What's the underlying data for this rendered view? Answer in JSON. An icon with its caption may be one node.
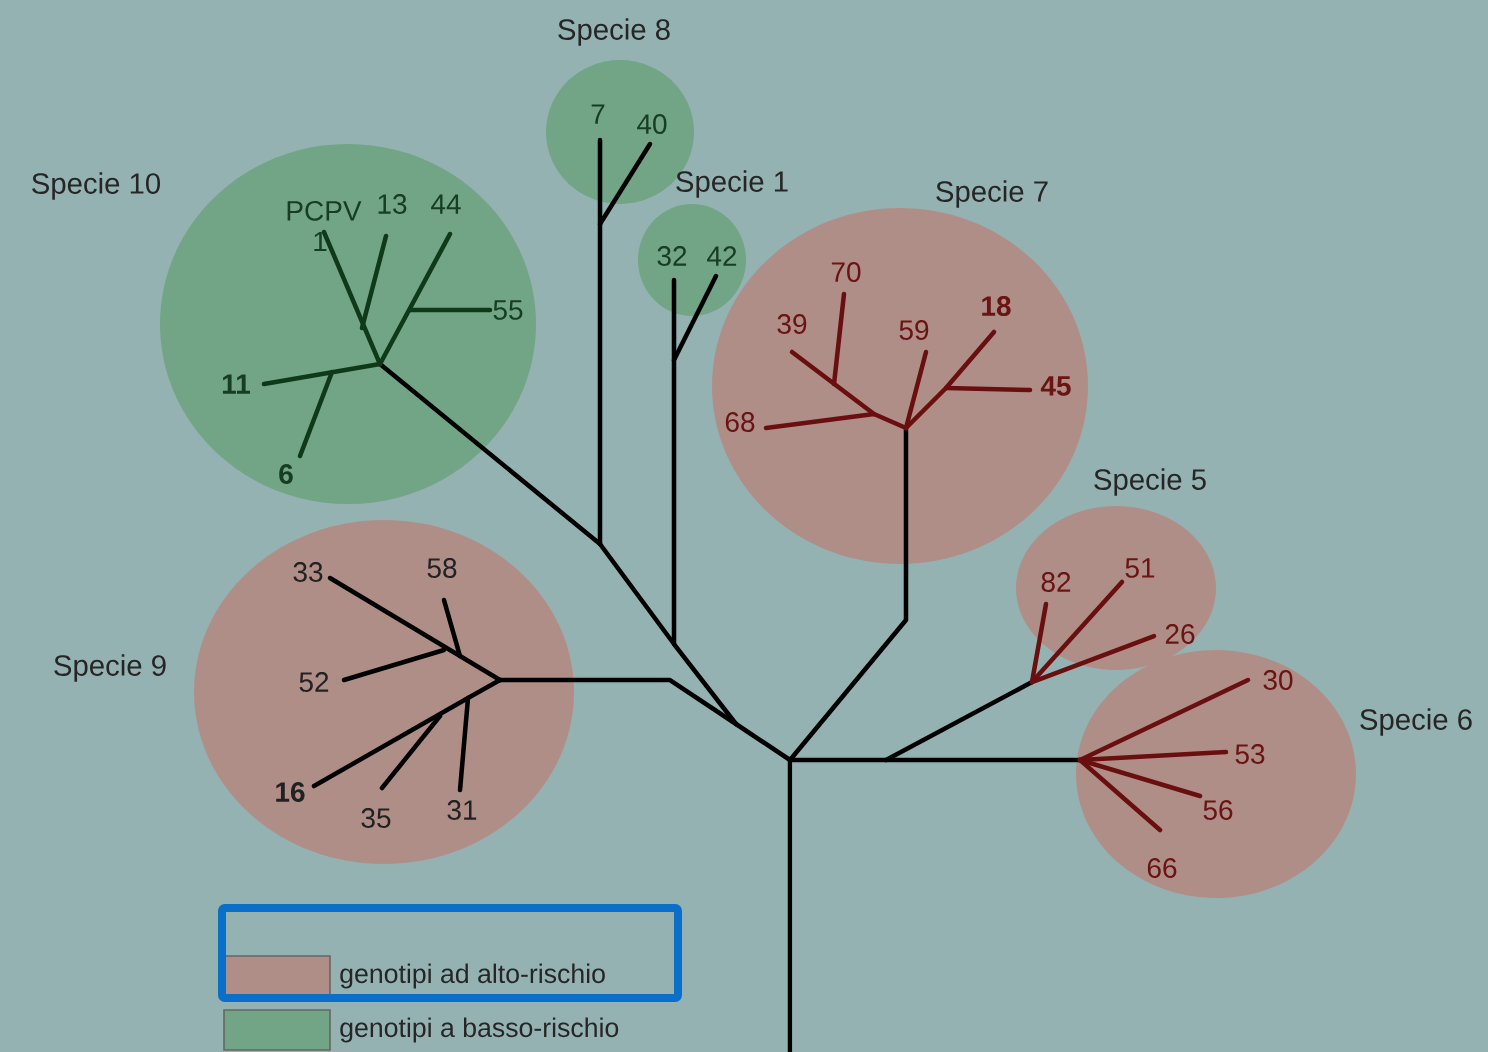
{
  "diagram": {
    "nodes": [
      {
        "text": [
          "Specie 8"
        ]
      },
      {
        "text": [
          "7"
        ],
        "in": 0
      },
      {
        "text": [
          "40"
        ],
        "in": 0
      },
      {
        "text": [
          "Specie 10"
        ]
      },
      {
        "text": [
          "PCPV 1"
        ],
        "in": 3
      },
      {
        "text": [
          "13"
        ],
        "in": 3
      },
      {
        "text": [
          "44"
        ],
        "in": 3
      },
      {
        "text": [
          "55"
        ],
        "in": 3
      },
      {
        "text": [
          "11"
        ],
        "in": 3
      },
      {
        "text": [
          "6"
        ],
        "in": 3
      },
      {
        "text": [
          "Specie 1"
        ]
      },
      {
        "text": [
          "32"
        ],
        "in": 10
      },
      {
        "text": [
          "42"
        ],
        "in": 10
      },
      {
        "text": [
          "Specie 7"
        ]
      },
      {
        "text": [
          "70"
        ],
        "in": 13
      },
      {
        "text": [
          "39"
        ],
        "in": 13
      },
      {
        "text": [
          "59"
        ],
        "in": 13
      },
      {
        "text": [
          "18"
        ],
        "in": 13
      },
      {
        "text": [
          "45"
        ],
        "in": 13
      },
      {
        "text": [
          "68"
        ],
        "in": 13
      },
      {
        "text": [
          "Specie 5"
        ]
      },
      {
        "text": [
          "82"
        ],
        "in": 20
      },
      {
        "text": [
          "51"
        ],
        "in": 20
      },
      {
        "text": [
          "26"
        ],
        "in": 20
      },
      {
        "text": [
          "Specie 9"
        ]
      },
      {
        "text": [
          "33"
        ],
        "in": 24
      },
      {
        "text": [
          "58"
        ],
        "in": 24
      },
      {
        "text": [
          "52"
        ],
        "in": 24
      },
      {
        "text": [
          "16"
        ],
        "in": 24
      },
      {
        "text": [
          "35"
        ],
        "in": 24
      },
      {
        "text": [
          "31"
        ],
        "in": 24
      },
      {
        "text": [
          "Specie 6"
        ]
      },
      {
        "text": [
          "30"
        ],
        "in": 31
      },
      {
        "text": [
          "53"
        ],
        "in": 31
      },
      {
        "text": [
          "56"
        ],
        "in": 31
      },
      {
        "text": [
          "66"
        ],
        "in": 31
      }
    ],
    "legend": [
      {
        "text": "genotipi ad alto-rischio",
        "color": "#b08e88"
      },
      {
        "text": "genotipi a basso-rischio",
        "color": "#72a585"
      }
    ]
  }
}
